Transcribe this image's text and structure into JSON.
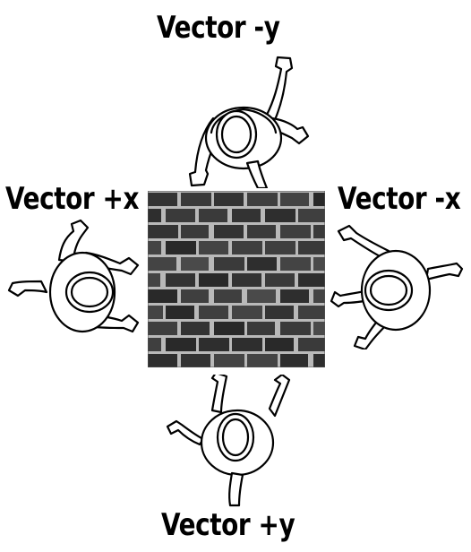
{
  "labels": {
    "top": "Vector -y",
    "left": "Vector +x",
    "right": "Vector -x",
    "bottom": "Vector +y"
  },
  "colors": {
    "background": "#ffffff",
    "wall_mortar": "#c8c8c8",
    "wall_brick": "#3a3a3a",
    "outline": "#000000"
  },
  "icons": {
    "wall": "brick-wall",
    "person": "top-down-person-icon"
  }
}
